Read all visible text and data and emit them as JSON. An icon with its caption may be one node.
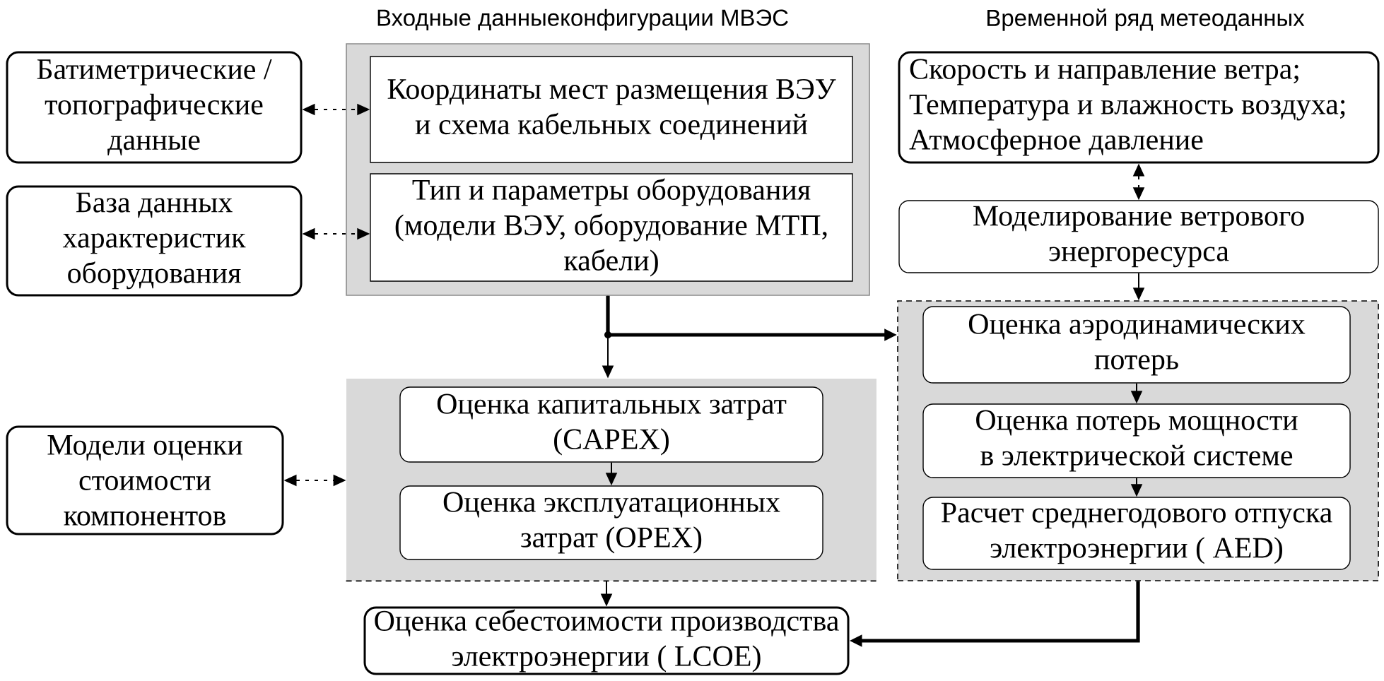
{
  "diagram": {
    "nodes": [
      {
        "text": [
          "Батиметрические / топографические данные"
        ]
      },
      {
        "text": [
          "База данных характеристик оборудования"
        ]
      },
      {
        "text": [
          "Входные данныеконфигурации МВЭС"
        ]
      },
      {
        "text": [
          "Координаты мест размещения ВЭУ и схема кабельных соединений"
        ],
        "in": 2
      },
      {
        "text": [
          "Тип и параметры оборудования (модели ВЭУ, оборудование МТП, кабели)"
        ],
        "in": 2
      },
      {
        "text": [
          "Временной ряд метеоданных",
          "Скорость и направление ветра; Температура и влажность воздуха; Атмосферное давление"
        ]
      },
      {
        "text": [
          "Моделирование ветрового энергоресурса"
        ]
      },
      {
        "text": [
          "Модели оценки стоимости компонентов"
        ]
      },
      {
        "text": [],
        "shape": "box"
      },
      {
        "text": [
          "Оценка капитальных затрат (CAPEX)"
        ],
        "in": 8
      },
      {
        "text": [
          "Оценка эксплуатационных затрат (OPEX)"
        ],
        "in": 8
      },
      {
        "text": [],
        "shape": "box"
      },
      {
        "text": [
          "Оценка аэродинамических потерь"
        ],
        "in": 11
      },
      {
        "text": [
          "Оценка потерь мощности в электрической системе"
        ],
        "in": 11
      },
      {
        "text": [
          "Расчет среднегодового отпуска электроэнергии ( AED)"
        ],
        "in": 11
      },
      {
        "text": [
          "Оценка себестоимости производства электроэнергии ( LCOE)"
        ]
      }
    ],
    "edges": [
      {
        "from": 0,
        "to": 3,
        "arrow": "both",
        "style": "dashed"
      },
      {
        "from": 1,
        "to": 4,
        "arrow": "both",
        "style": "dashed"
      },
      {
        "from": 5,
        "to": 6,
        "arrow": "both",
        "style": "dashed"
      },
      {
        "from": 6,
        "to": 11,
        "arrow": "to"
      },
      {
        "from": 2,
        "to": 8,
        "arrow": "to"
      },
      {
        "from": 2,
        "to": 11,
        "arrow": "to",
        "style": "thick"
      },
      {
        "from": 9,
        "to": 10,
        "arrow": "to"
      },
      {
        "from": 7,
        "to": 8,
        "arrow": "both",
        "style": "dashed"
      },
      {
        "from": 12,
        "to": 13,
        "arrow": "to"
      },
      {
        "from": 13,
        "to": 14,
        "arrow": "to"
      },
      {
        "from": 8,
        "to": 15,
        "arrow": "to"
      },
      {
        "from": 11,
        "to": 15,
        "arrow": "to",
        "style": "thick"
      }
    ]
  }
}
